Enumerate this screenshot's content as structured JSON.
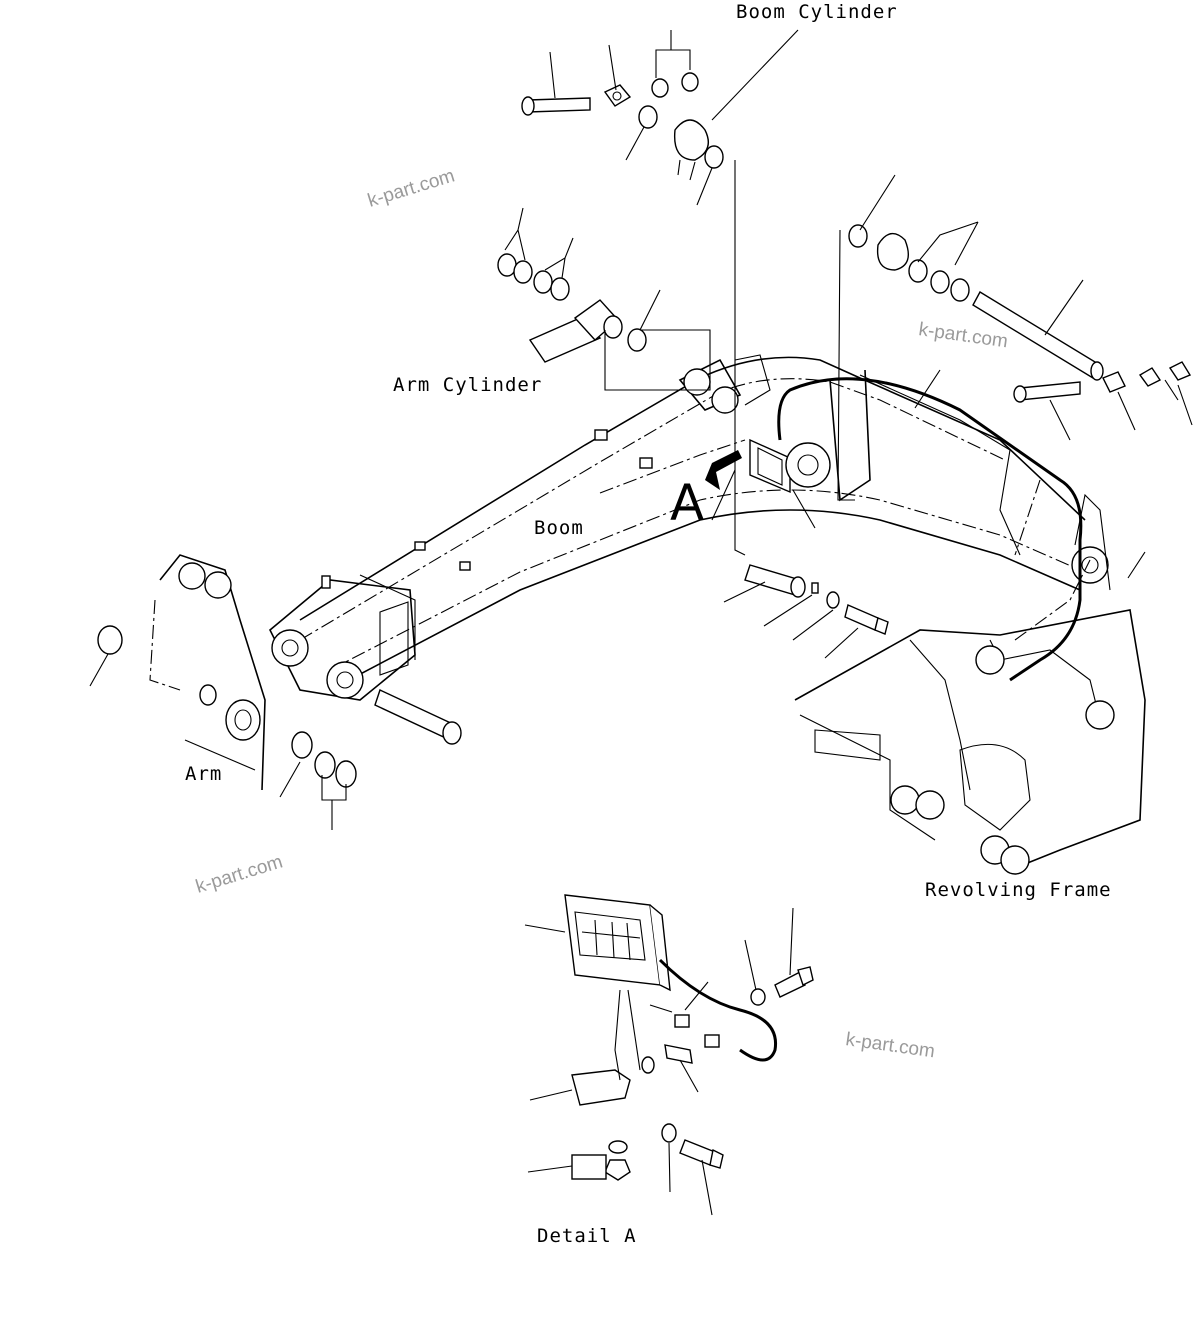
{
  "labels": {
    "boom_cylinder": "Boom Cylinder",
    "arm_cylinder": "Arm Cylinder",
    "boom": "Boom",
    "arm": "Arm",
    "revolving_frame": "Revolving Frame",
    "detail_a": "Detail A",
    "view_marker": "A"
  },
  "watermarks": [
    "k-part.com",
    "k-part.com",
    "k-part.com",
    "k-part.com"
  ],
  "icons": {
    "view_arrow": "view-direction-arrow-icon",
    "work_lamp": "work-lamp-icon"
  },
  "colors": {
    "line": "#000000",
    "watermark": "#9a9a9a",
    "background": "#ffffff"
  }
}
